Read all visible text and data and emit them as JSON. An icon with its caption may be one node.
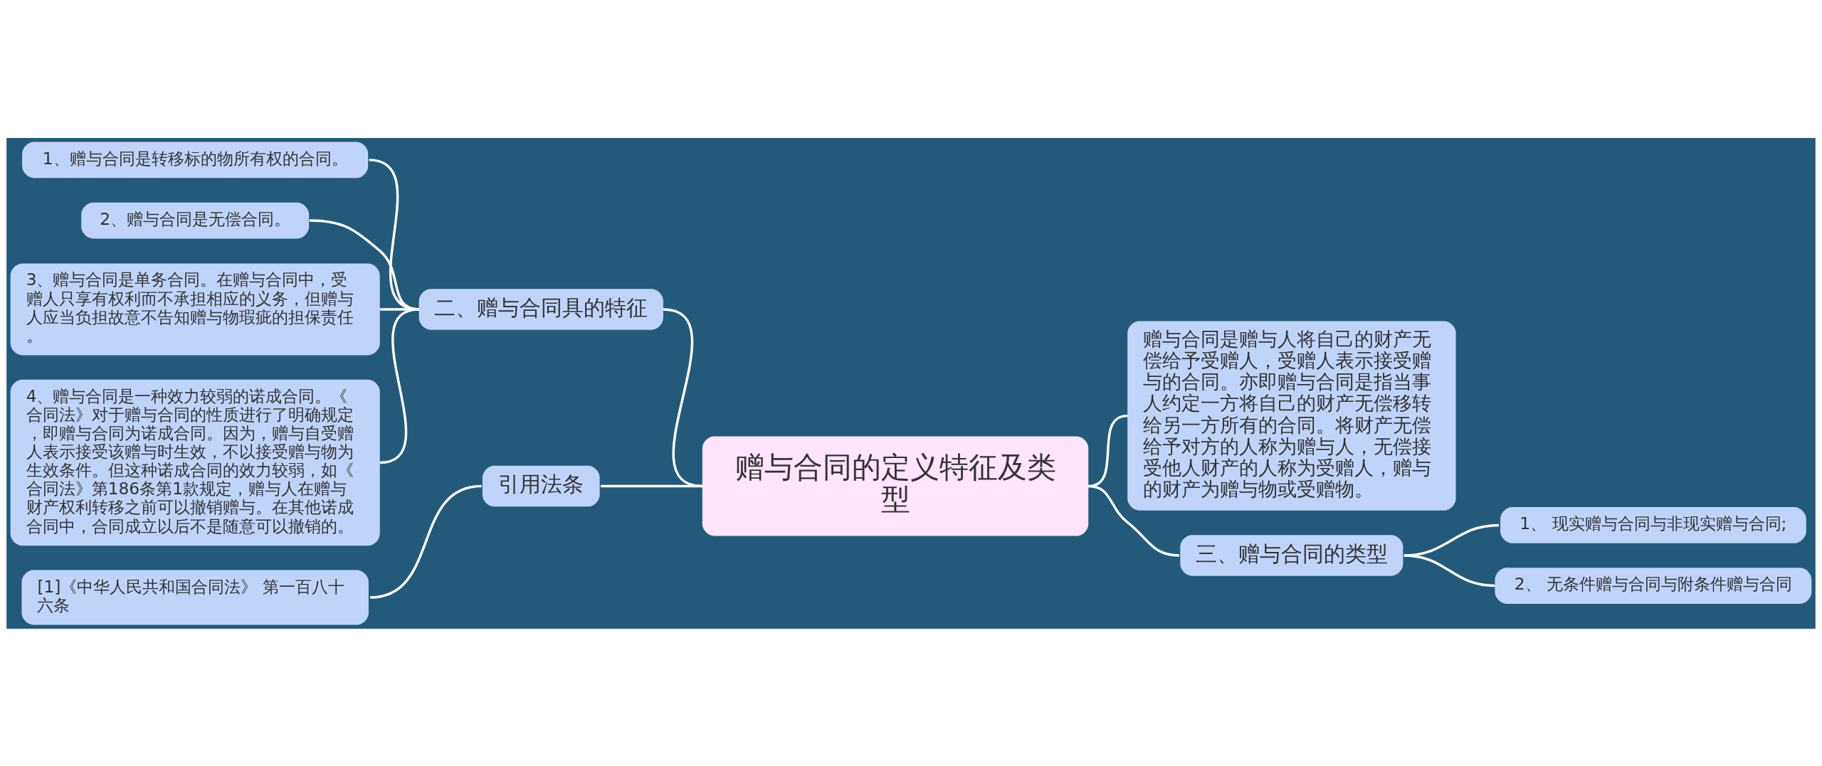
{
  "diagram": {
    "nodes": [
      {
        "text": [
          "赠与合同的定义特征及类型"
        ]
      },
      {
        "text": [
          "二、赠与合同具的特征"
        ]
      },
      {
        "text": [
          "1、赠与合同是转移标的物所有权的合同。"
        ]
      },
      {
        "text": [
          "2、赠与合同是无偿合同。"
        ]
      },
      {
        "text": [
          "3、赠与合同是单务合同。在赠与合同中，受赠人只享有权利而不承担相应的义务，但赠与人应当负担故意不告知赠与物瑕疵的担保责任。"
        ]
      },
      {
        "text": [
          "4、赠与合同是一种效力较弱的诺成合同。《合同法》对于赠与合同的性质进行了明确规定，即赠与合同为诺成合同。因为，赠与自受赠人表示接受该赠与时生效，不以接受赠与物为生效条件。但这种诺成合同的效力较弱，如《合同法》第186条第1款规定，赠与人在赠与财产权利转移之前可以撤销赠与。在其他诺成合同中，合同成立以后不是随意可以撤销的。"
        ]
      },
      {
        "text": [
          "引用法条"
        ]
      },
      {
        "text": [
          "[1]《中华人民共和国合同法》 第一百八十六条"
        ]
      },
      {
        "text": [
          "赠与合同是赠与人将自己的财产无偿给予受赠人，受赠人表示接受赠与的合同。亦即赠与合同是指当事人约定一方将自己的财产无偿移转给另一方所有的合同。将财产无偿给予对方的人称为赠与人，无偿接受他人财产的人称为受赠人，赠与的财产为赠与物或受赠物。"
        ]
      },
      {
        "text": [
          "三、赠与合同的类型"
        ]
      },
      {
        "text": [
          "1、 现实赠与合同与非现实赠与合同;"
        ]
      },
      {
        "text": [
          "2、 无条件赠与合同与附条件赠与合同"
        ]
      }
    ],
    "edges": [
      {
        "from": 0,
        "to": 1,
        "arrow": "none"
      },
      {
        "from": 1,
        "to": 2,
        "arrow": "none"
      },
      {
        "from": 1,
        "to": 3,
        "arrow": "none"
      },
      {
        "from": 1,
        "to": 4,
        "arrow": "none"
      },
      {
        "from": 1,
        "to": 5,
        "arrow": "none"
      },
      {
        "from": 0,
        "to": 6,
        "arrow": "none"
      },
      {
        "from": 6,
        "to": 7,
        "arrow": "none"
      },
      {
        "from": 0,
        "to": 8,
        "arrow": "none"
      },
      {
        "from": 0,
        "to": 9,
        "arrow": "none"
      },
      {
        "from": 9,
        "to": 10,
        "arrow": "none"
      },
      {
        "from": 9,
        "to": 11,
        "arrow": "none"
      }
    ]
  }
}
